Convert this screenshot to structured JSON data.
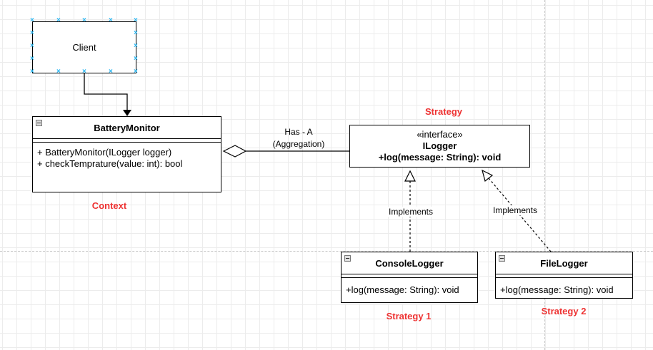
{
  "client": {
    "label": "Client"
  },
  "battery_monitor": {
    "name": "BatteryMonitor",
    "members": [
      "+ BatteryMonitor(ILogger logger)",
      "+ checkTemprature(value: int): bool"
    ]
  },
  "ilogger": {
    "stereotype": "«interface»",
    "name": "ILogger",
    "method": "+log(message: String): void"
  },
  "console_logger": {
    "name": "ConsoleLogger",
    "method": "+log(message: String): void"
  },
  "file_logger": {
    "name": "FileLogger",
    "method": "+log(message: String): void"
  },
  "edges": {
    "aggregation_line1": "Has - A",
    "aggregation_line2": "(Aggregation)",
    "implements_console": "Implements",
    "implements_file": "Implements"
  },
  "annotations": {
    "context": "Context",
    "strategy": "Strategy",
    "strategy1": "Strategy 1",
    "strategy2": "Strategy 2"
  },
  "colors": {
    "annotation": "#ee3333",
    "selection_handle": "#29b6f2"
  }
}
